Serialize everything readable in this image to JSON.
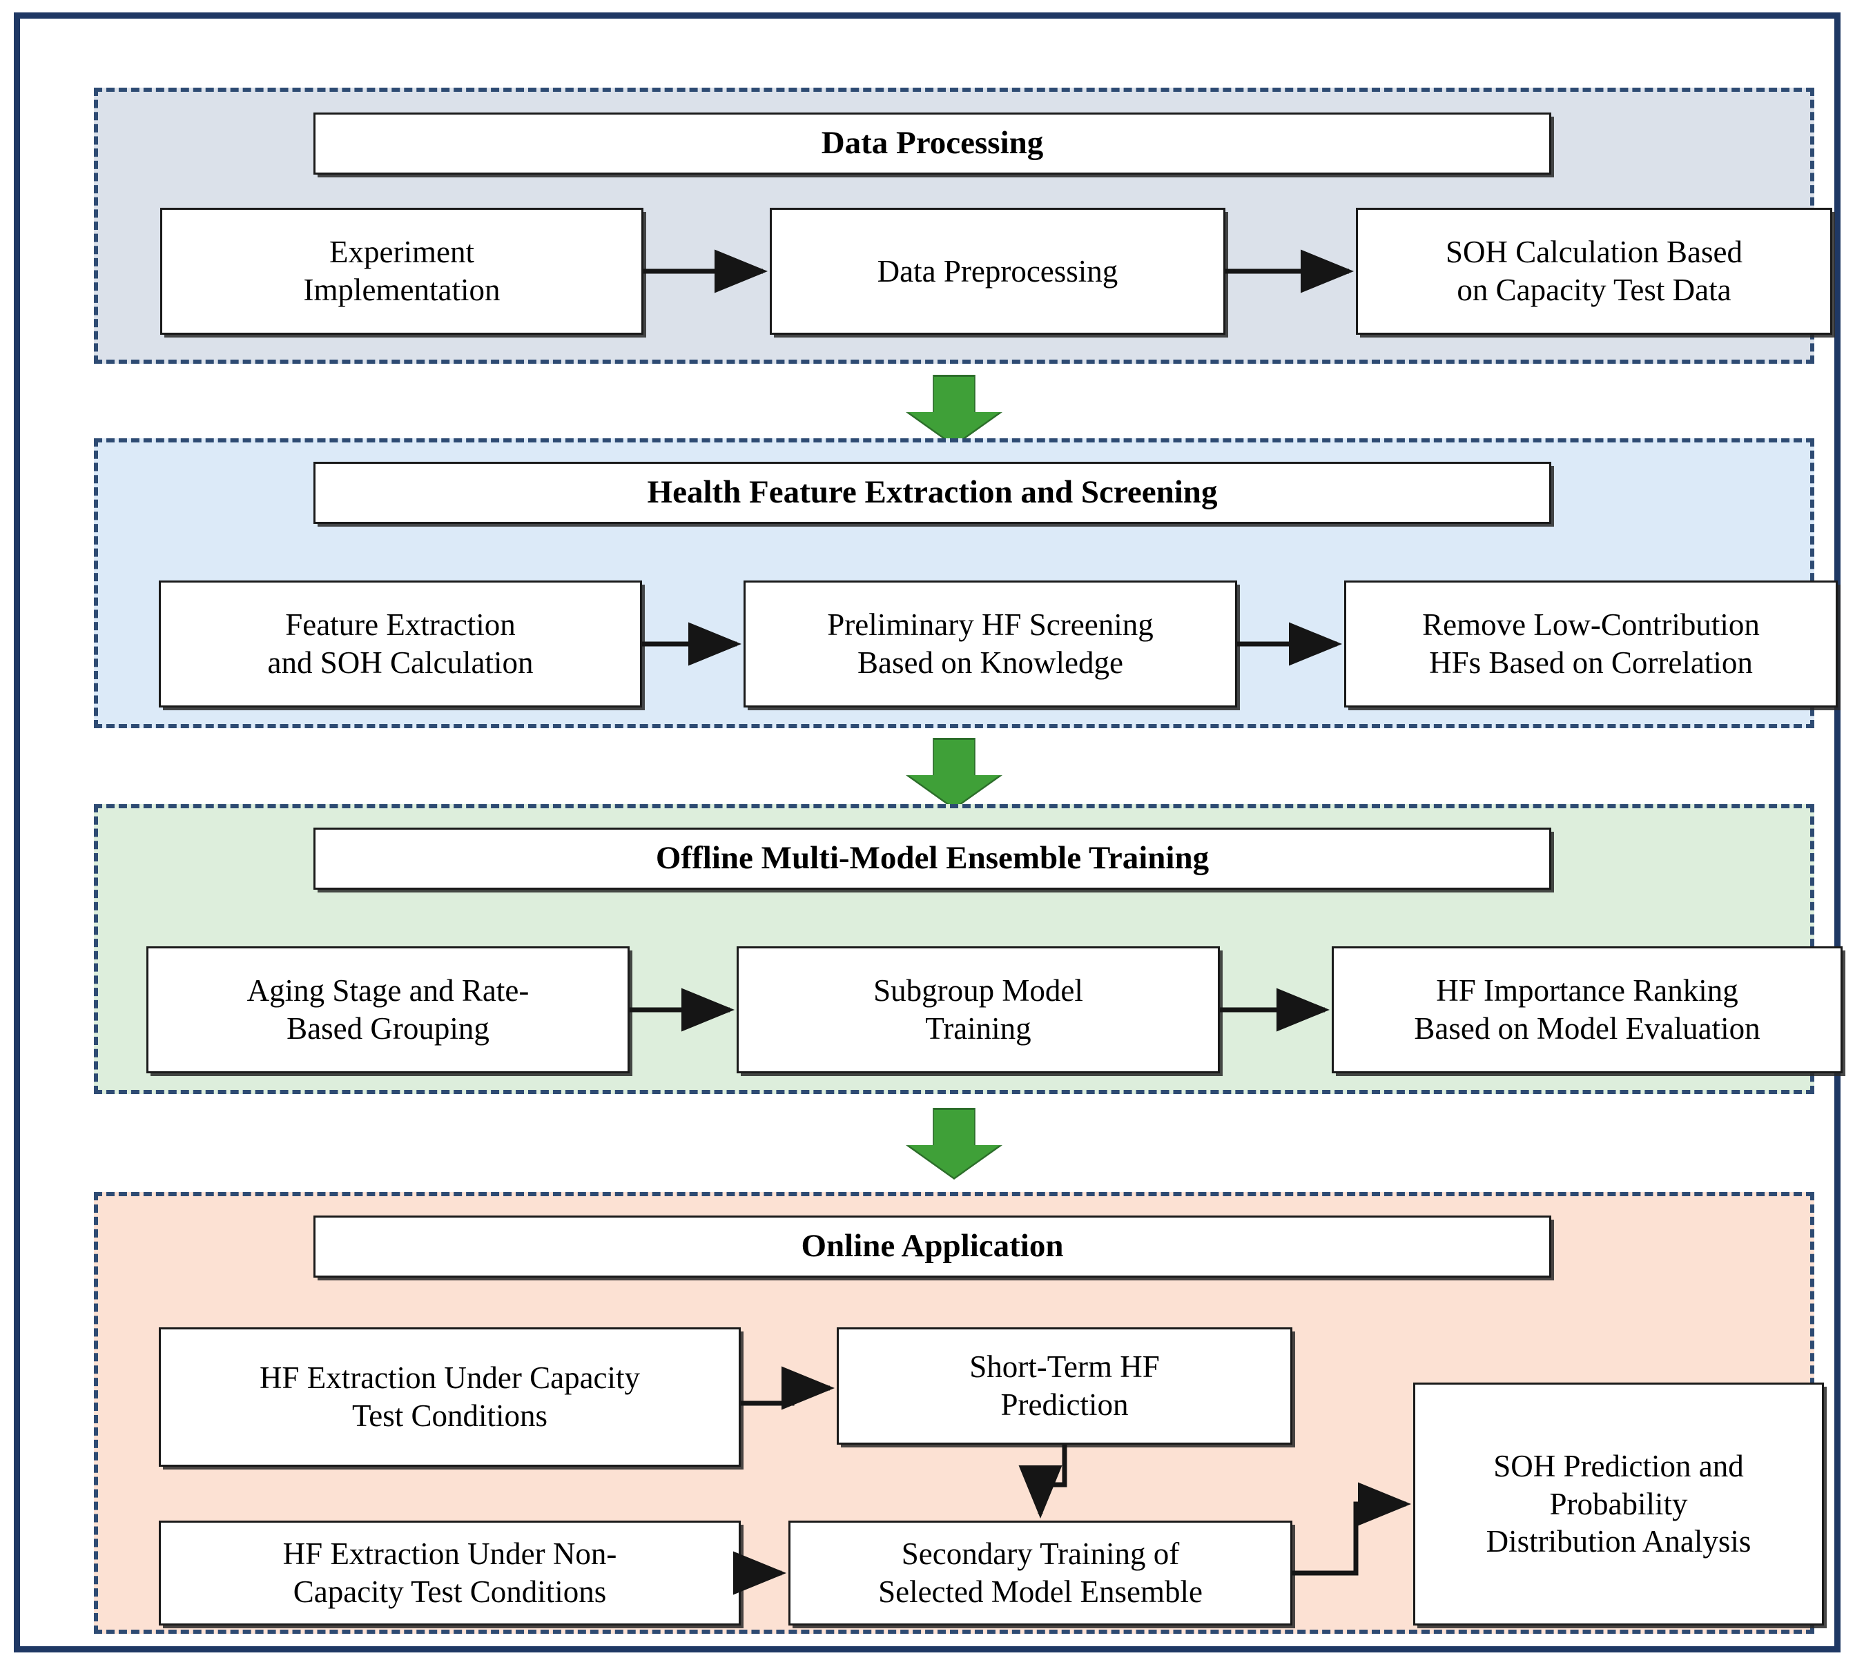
{
  "figure": {
    "kind": "flowchart",
    "orientation": "top-to-bottom",
    "outer_border_color": "#1F3864",
    "stage_arrow_color": "#3FA038",
    "connector_color": "#151515"
  },
  "stages": [
    {
      "id": "data-processing",
      "title": "Data Processing",
      "panel_color": "#DBE1EA",
      "steps": [
        {
          "id": "experiment-implementation",
          "label": "Experiment\nImplementation"
        },
        {
          "id": "data-preprocessing",
          "label": "Data Preprocessing"
        },
        {
          "id": "soh-calculation",
          "label": "SOH Calculation Based\non Capacity Test Data"
        }
      ]
    },
    {
      "id": "health-feature",
      "title": "Health Feature Extraction and Screening",
      "panel_color": "#DCEAF8",
      "steps": [
        {
          "id": "feature-extraction",
          "label": "Feature Extraction\nand SOH Calculation"
        },
        {
          "id": "preliminary-hf-screening",
          "label": "Preliminary HF Screening\nBased on Knowledge"
        },
        {
          "id": "remove-low-contribution",
          "label": "Remove Low-Contribution\nHFs Based on Correlation"
        }
      ]
    },
    {
      "id": "offline-training",
      "title": "Offline Multi-Model Ensemble Training",
      "panel_color": "#DDEEDC",
      "steps": [
        {
          "id": "aging-stage-grouping",
          "label": "Aging Stage and Rate-\nBased Grouping"
        },
        {
          "id": "subgroup-model-training",
          "label": "Subgroup Model\nTraining"
        },
        {
          "id": "hf-importance-ranking",
          "label": "HF Importance Ranking\nBased on Model Evaluation"
        }
      ]
    },
    {
      "id": "online-application",
      "title": "Online Application",
      "panel_color": "#FCE1D3",
      "steps": [
        {
          "id": "hf-extraction-capacity",
          "label": "HF Extraction Under Capacity\nTest Conditions"
        },
        {
          "id": "short-term-hf-prediction",
          "label": "Short-Term HF\nPrediction"
        },
        {
          "id": "hf-extraction-noncapacity",
          "label": "HF Extraction Under Non-\nCapacity Test Conditions"
        },
        {
          "id": "secondary-training",
          "label": "Secondary Training of\nSelected Model Ensemble"
        },
        {
          "id": "soh-prediction",
          "label": "SOH Prediction and\nProbability\nDistribution Analysis"
        }
      ]
    }
  ],
  "connections": [
    {
      "from": "experiment-implementation",
      "to": "data-preprocessing",
      "style": "straight-arrow"
    },
    {
      "from": "data-preprocessing",
      "to": "soh-calculation",
      "style": "straight-arrow"
    },
    {
      "from": "feature-extraction",
      "to": "preliminary-hf-screening",
      "style": "straight-arrow"
    },
    {
      "from": "preliminary-hf-screening",
      "to": "remove-low-contribution",
      "style": "straight-arrow"
    },
    {
      "from": "aging-stage-grouping",
      "to": "subgroup-model-training",
      "style": "straight-arrow"
    },
    {
      "from": "subgroup-model-training",
      "to": "hf-importance-ranking",
      "style": "straight-arrow"
    },
    {
      "from": "hf-extraction-capacity",
      "to": "short-term-hf-prediction",
      "style": "elbow-arrow"
    },
    {
      "from": "short-term-hf-prediction",
      "to": "secondary-training",
      "style": "elbow-arrow"
    },
    {
      "from": "hf-extraction-noncapacity",
      "to": "secondary-training",
      "style": "straight-arrow"
    },
    {
      "from": "secondary-training",
      "to": "soh-prediction",
      "style": "elbow-arrow"
    },
    {
      "from": "data-processing",
      "to": "health-feature",
      "style": "green-block-arrow"
    },
    {
      "from": "health-feature",
      "to": "offline-training",
      "style": "green-block-arrow"
    },
    {
      "from": "offline-training",
      "to": "online-application",
      "style": "green-block-arrow"
    }
  ]
}
